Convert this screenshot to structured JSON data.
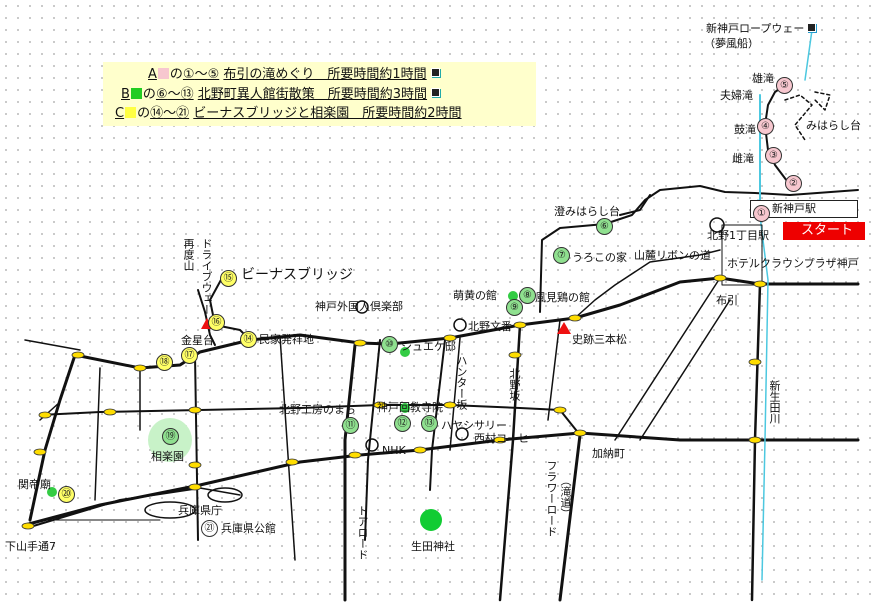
{
  "legend": {
    "routes": [
      {
        "letter": "A",
        "swatch_color": "#f7c7cf",
        "range_start": "①",
        "range_end": "⑤",
        "title": "布引の滝めぐり　所要時間約1時間"
      },
      {
        "letter": "B",
        "swatch_color": "#22cc22",
        "range_start": "⑥",
        "range_end": "⑬",
        "title": "北野町異人館街散策　所要時間約3時間"
      },
      {
        "letter": "C",
        "swatch_color": "#ffff44",
        "range_start": "⑭",
        "range_end": "㉑",
        "title": "ビーナスブリッジと相楽園　所要時間約2時間"
      }
    ],
    "joiner": "の",
    "tilde": "～"
  },
  "start_label": "スタート",
  "stops": [
    {
      "n": "①",
      "color": "pink"
    },
    {
      "n": "②",
      "color": "pink"
    },
    {
      "n": "③",
      "color": "pink"
    },
    {
      "n": "④",
      "color": "pink"
    },
    {
      "n": "⑤",
      "color": "pink"
    },
    {
      "n": "⑥",
      "color": "green"
    },
    {
      "n": "⑦",
      "color": "green"
    },
    {
      "n": "⑧",
      "color": "green"
    },
    {
      "n": "⑨",
      "color": "green"
    },
    {
      "n": "⑩",
      "color": "green"
    },
    {
      "n": "⑪",
      "color": "green"
    },
    {
      "n": "⑫",
      "color": "green"
    },
    {
      "n": "⑬",
      "color": "green"
    },
    {
      "n": "⑭",
      "color": "yellow"
    },
    {
      "n": "⑮",
      "color": "yellow"
    },
    {
      "n": "⑯",
      "color": "yellow"
    },
    {
      "n": "⑰",
      "color": "yellow"
    },
    {
      "n": "⑱",
      "color": "yellow"
    },
    {
      "n": "⑲",
      "color": "green"
    },
    {
      "n": "⑳",
      "color": "yellow"
    },
    {
      "n": "㉑",
      "color": "white"
    }
  ],
  "places": {
    "ropeway": "新神戸ロープウェー",
    "ropeway_sub": "（夢風船）",
    "ondaki": "雄滝",
    "meoto": "夫婦滝",
    "tsuzumi": "鼓滝",
    "mitaki": "雌滝",
    "miharashi": "みはらし台",
    "shinkobe": "新神戸駅",
    "kitano1": "北野1丁目駅",
    "hotel": "ホテルクラウンプラザ神戸",
    "nunobiki": "布引",
    "shinikuta": "新生田川",
    "sumi_miharashi": "澄みはらし台",
    "uroko": "うろこの家",
    "yamate": "山麓リボンの道",
    "moegi": "萌黄の館",
    "kazamidori": "風見鶏の館",
    "club": "神戸外国人倶楽部",
    "bunkyo": "北野文番",
    "shiseki": "史跡三本松",
    "weathercock_tri": "",
    "venus": "ビーナスブリッジ",
    "drive": "ドライブウェー",
    "futatabi": "再度山",
    "minka": "民家発祥地",
    "kinsei": "金星台",
    "schokel": "シュエケ邸",
    "hunter": "ハンター坂",
    "kitanozaka": "北野坂",
    "kobo": "北野工房のまち",
    "mosque": "神戸回教寺院",
    "hayashi": "ハヤシサリー",
    "nishimura": "西村コーヒー",
    "kano": "加納町",
    "nhk": "NHK",
    "flower": "フラワーロード",
    "flower_sub": "（滝道）",
    "sorakuen": "相楽園",
    "kencho": "兵庫県庁",
    "kenkokan": "兵庫県公館",
    "ikuta": "生田神社",
    "tor": "トアロード",
    "kanteibyo": "関帝廟",
    "shimoyamate": "下山手通7"
  }
}
